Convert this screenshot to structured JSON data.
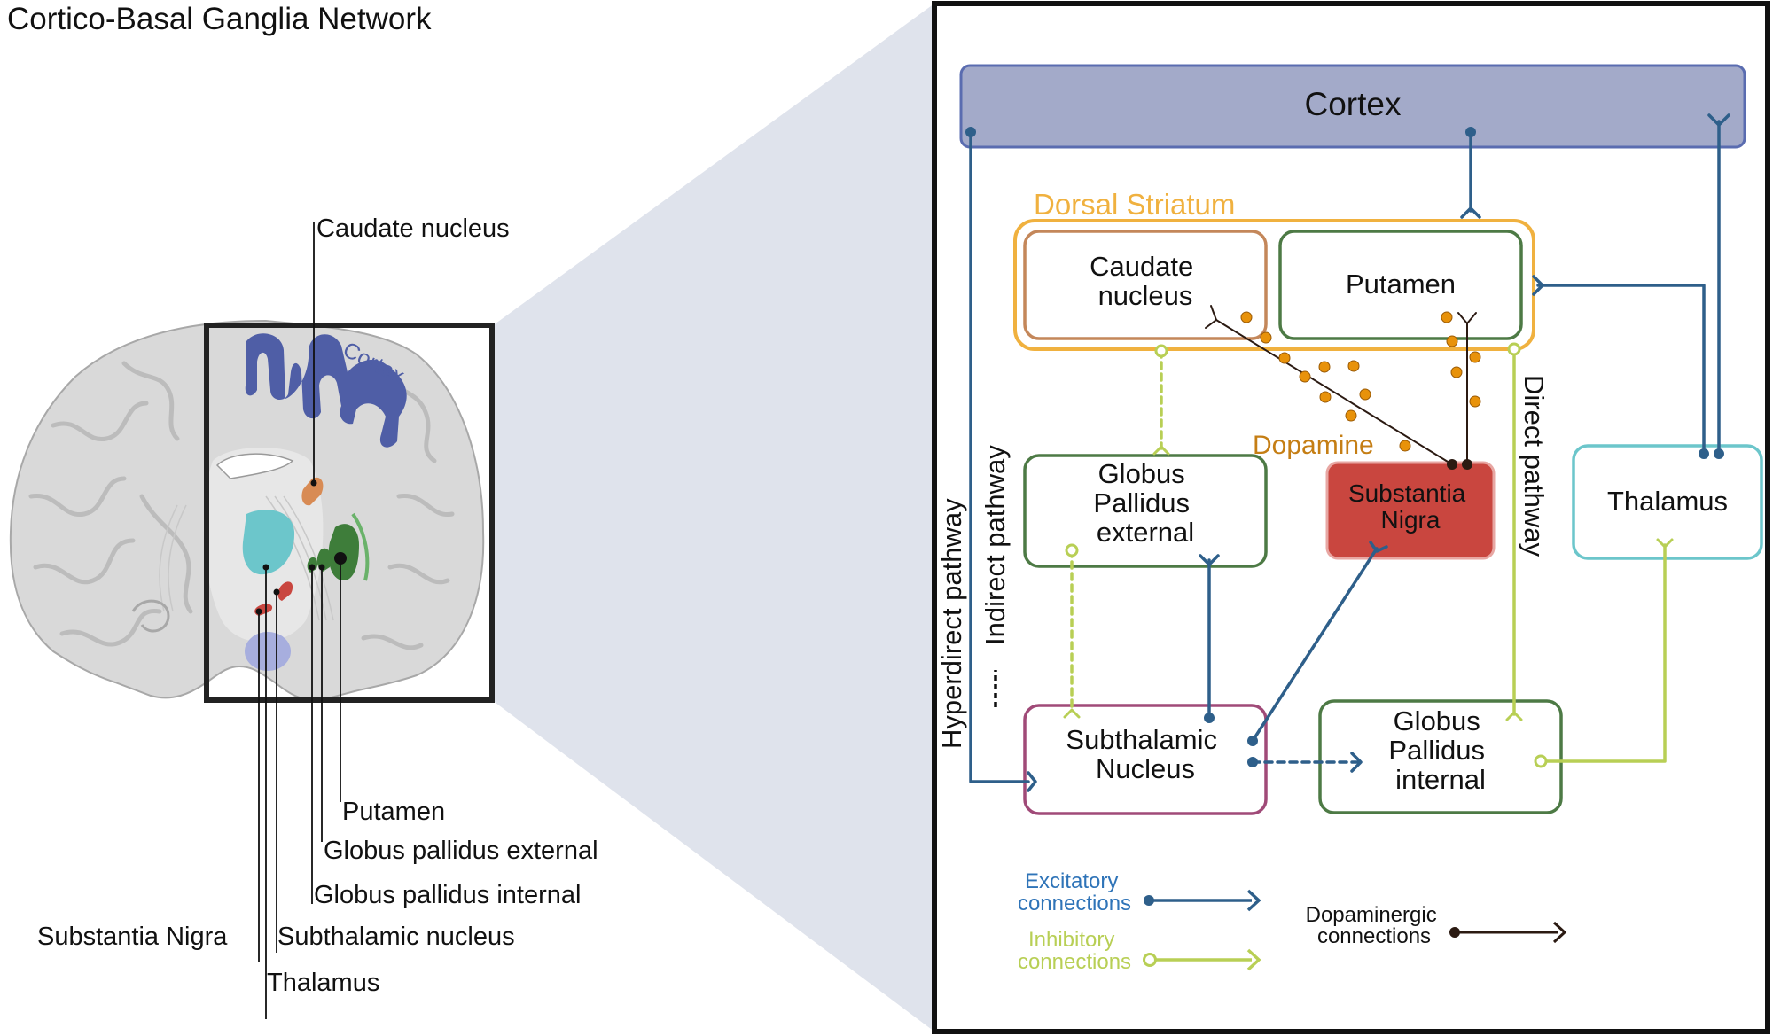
{
  "title": "Cortico-Basal Ganglia Network",
  "brain": {
    "cortex_label": "Cortex",
    "labels": {
      "caudate": "Caudate nucleus",
      "putamen": "Putamen",
      "gpe": "Globus pallidus external",
      "gpi": "Globus pallidus internal",
      "sn": "Substantia Nigra",
      "stn": "Subthalamic nucleus",
      "thalamus": "Thalamus"
    }
  },
  "diagram": {
    "cortex": "Cortex",
    "dorsal_striatum": "Dorsal Striatum",
    "caudate": [
      "Caudate",
      "nucleus"
    ],
    "putamen": "Putamen",
    "gpe": [
      "Globus",
      "Pallidus",
      "external"
    ],
    "substantia_nigra": [
      "Substantia",
      "Nigra"
    ],
    "thalamus": "Thalamus",
    "stn": [
      "Subthalamic",
      "Nucleus"
    ],
    "gpi": [
      "Globus",
      "Pallidus",
      "internal"
    ],
    "dopamine": "Dopamine",
    "hyperdirect": "Hyperdirect pathway",
    "indirect": "Indirect pathway",
    "direct": "Direct pathway"
  },
  "legend": {
    "excitatory": [
      "Excitatory",
      "connections"
    ],
    "inhibitory": [
      "Inhibitory",
      "connections"
    ],
    "dopaminergic": [
      "Dopaminergic",
      "connections"
    ]
  },
  "colors": {
    "excitatory": "#2e5f8a",
    "inhibitory": "#b8cf55",
    "dopaminergic": "#2b1a12",
    "cortex_fill": "#a3aac9",
    "striatum_border": "#f0b13f",
    "sn_fill": "#c9463f",
    "dopamine_dot": "#e8920a"
  }
}
